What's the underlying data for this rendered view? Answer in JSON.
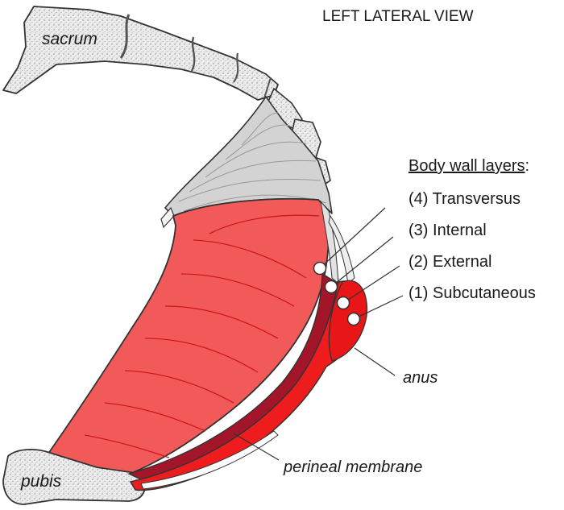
{
  "title": "LEFT LATERAL VIEW",
  "bones": {
    "sacrum": "sacrum",
    "pubis": "pubis"
  },
  "legend": {
    "heading": "Body wall layers",
    "heading_suffix": ":",
    "items": [
      {
        "number": "(4)",
        "name": "Transversus"
      },
      {
        "number": "(3)",
        "name": "Internal"
      },
      {
        "number": "(2)",
        "name": "External"
      },
      {
        "number": "(1)",
        "name": "Subcutaneous"
      }
    ]
  },
  "annotations": {
    "anus": "anus",
    "perineal_membrane": "perineal membrane"
  },
  "colors": {
    "bone": "#e8e8e8",
    "ligament": "#d3d3d3",
    "muscle": "#f25a5a",
    "muscle_dark": "#a3162a",
    "muscle_bright": "#ee1c1c",
    "outline": "#333333"
  }
}
